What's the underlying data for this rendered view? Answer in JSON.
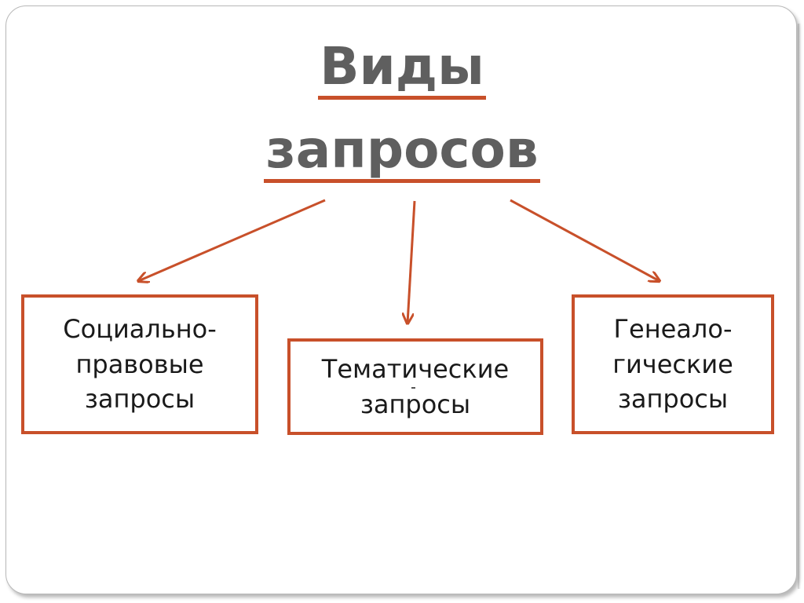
{
  "title": {
    "line1": "Виды",
    "line2": "запросов"
  },
  "boxes": {
    "social": {
      "line1": "Социально-",
      "line2": "правовые",
      "line3": "запросы"
    },
    "thematic": {
      "line1": "Тематические",
      "line2": "запросы"
    },
    "genealogic": {
      "line1": "Генеало-",
      "line2": "гические",
      "line3": "запросы"
    }
  },
  "colors": {
    "accent": "#c8502a",
    "title_text": "#5f5f5f",
    "body_text": "#1a1a1a"
  }
}
